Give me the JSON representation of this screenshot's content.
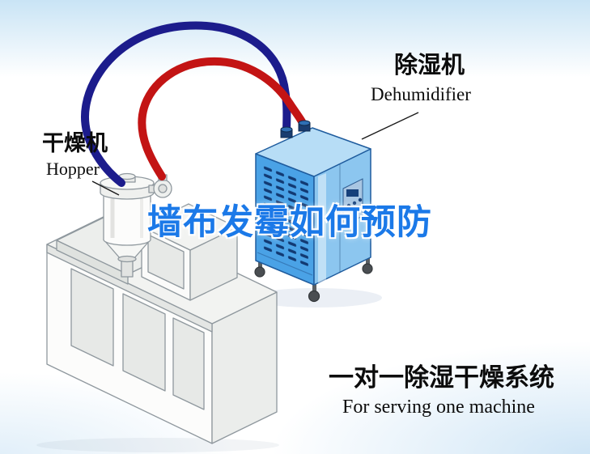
{
  "labels": {
    "hopper": {
      "zh": "干燥机",
      "en": "Hopper"
    },
    "dehumidifier": {
      "zh": "除湿机",
      "en": "Dehumidifier"
    },
    "watermark": "墙布发霉如何预防",
    "system": {
      "zh": "一对一除湿干燥系统",
      "en": "For serving one machine"
    }
  },
  "colors": {
    "pipe_red": "#c31414",
    "pipe_navy": "#1c1c8c",
    "dehum_front": "#4aa2e6",
    "dehum_side": "#8cc6ef",
    "dehum_top": "#b7ddf6",
    "vent_slot": "#123a73",
    "watermark_blue": "#1b79e8",
    "machine_stroke": "#8f989e",
    "sky_tint": "#c9e4f5"
  }
}
